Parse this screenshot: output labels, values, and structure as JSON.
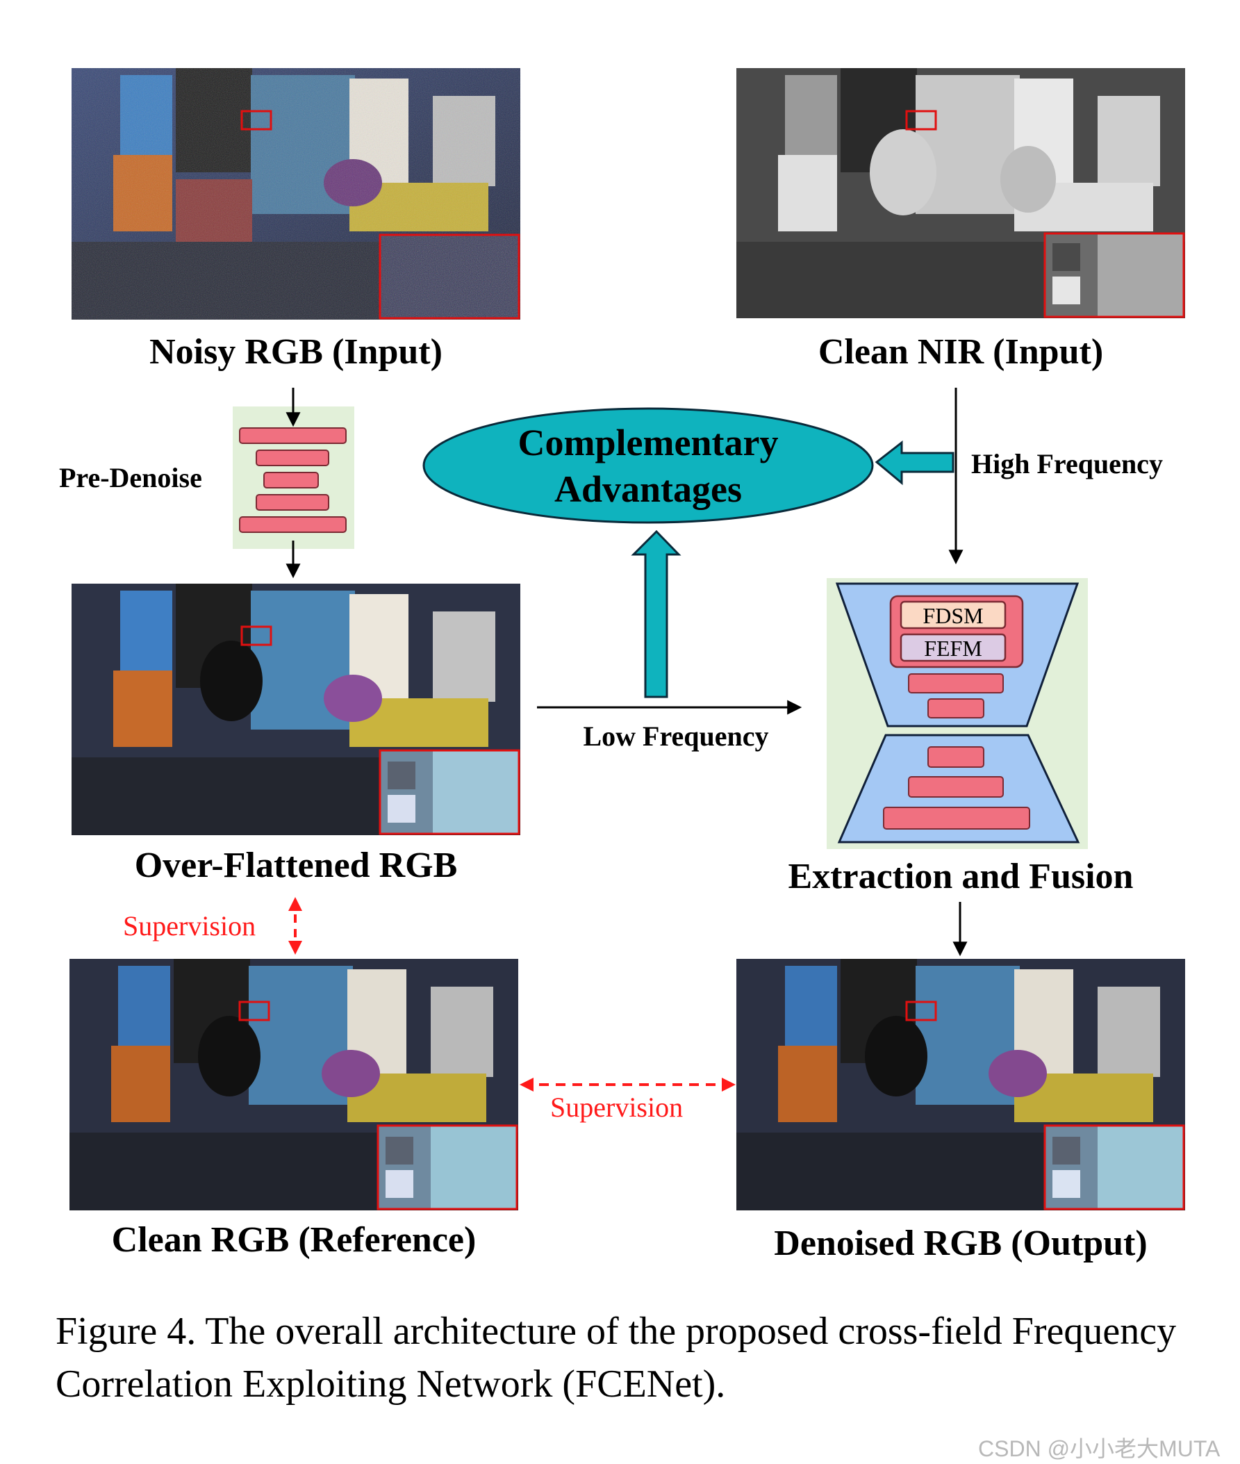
{
  "figure": {
    "labels": {
      "noisy_rgb": "Noisy RGB (Input)",
      "clean_nir": "Clean NIR (Input)",
      "over_flattened": "Over-Flattened RGB",
      "extraction_fusion": "Extraction and Fusion",
      "clean_rgb": "Clean RGB (Reference)",
      "denoised_rgb": "Denoised RGB (Output)"
    },
    "pre_denoise_label": "Pre-Denoise",
    "complementary": {
      "line1": "Complementary",
      "line2": "Advantages"
    },
    "high_frequency_label": "High Frequency",
    "low_frequency_label": "Low Frequency",
    "supervision_vertical": "Supervision",
    "supervision_horizontal": "Supervision",
    "modules": {
      "fdsm": "FDSM",
      "fefm": "FEFM"
    }
  },
  "caption": "Figure 4. The overall architecture of the proposed cross-field Frequency Correlation Exploiting Network (FCENet).",
  "watermark": "CSDN @小小老大MUTA",
  "colors": {
    "teal": "#0fb3be",
    "block_pink": "#f07080",
    "panel_green": "#e2f0d9",
    "funnel_blue": "#a4c8f4",
    "fdsm_fill": "#fbd9c4",
    "fefm_fill": "#dccbe4",
    "supervision_red": "#ff1a1a",
    "zoom_box_red": "#e01010"
  }
}
